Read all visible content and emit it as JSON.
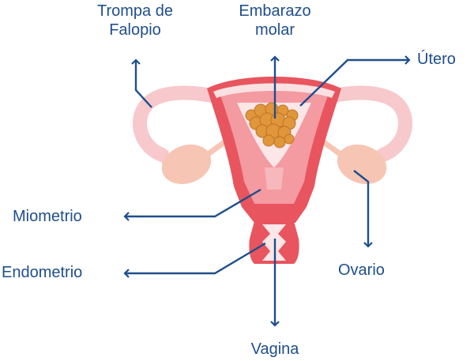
{
  "colors": {
    "label": "#1f4e8c",
    "arrow": "#1f4e8c",
    "tube": "#f7c9cc",
    "ovary": "#f7c5b4",
    "uterus_wall": "#e8555e",
    "uterus_inner": "#f49aa1",
    "cavity": "#fbe6e8",
    "mole": "#e0963a"
  },
  "labels": {
    "trompa_line1": "Trompa de",
    "trompa_line2": "Falopio",
    "embarazo_line1": "Embarazo",
    "embarazo_line2": "molar",
    "utero": "Útero",
    "miometrio": "Miometrio",
    "endometrio": "Endometrio",
    "ovario": "Ovario",
    "vagina": "Vagina"
  }
}
